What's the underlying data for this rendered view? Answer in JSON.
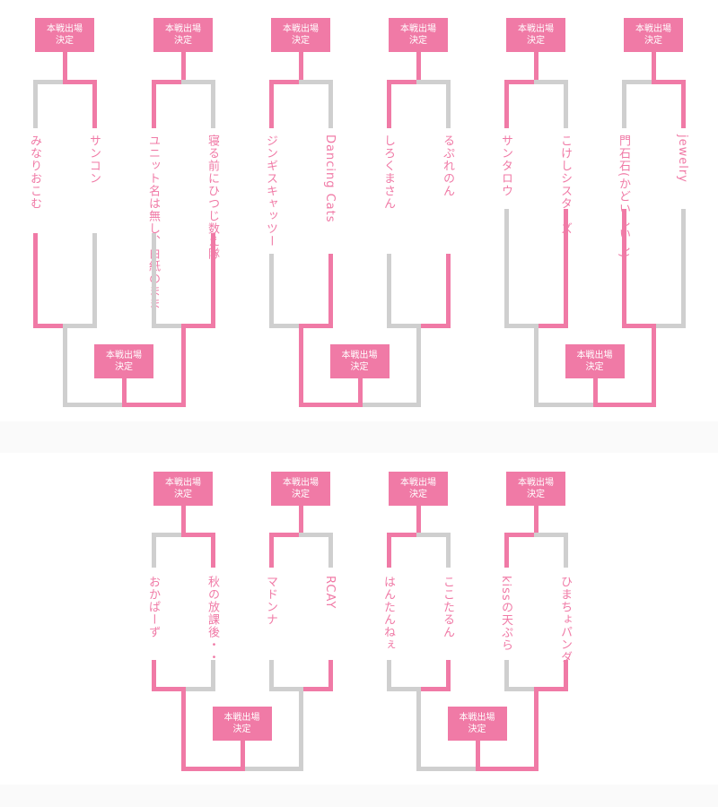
{
  "badge": {
    "line1": "本戦出場",
    "line2": "決定"
  },
  "teams": [
    "みなりおこむ",
    "サンコン",
    "ユニット名は無し、白紙のまま",
    "寝る前にひつじ数え隊",
    "ジンギスキャッツー",
    "Dancing Cats",
    "しろくまさん",
    "るぷれのん",
    "サンタロウ",
    "こけしシスターズ",
    "門石石(かどいしいし)",
    "jewelry",
    "おかぱーず",
    "秋の放課後・・",
    "マドンナ",
    "RCAY",
    "はんたんねぇ",
    "ここたるん",
    "kissの天ぷら",
    "ひまちょパンダ"
  ]
}
